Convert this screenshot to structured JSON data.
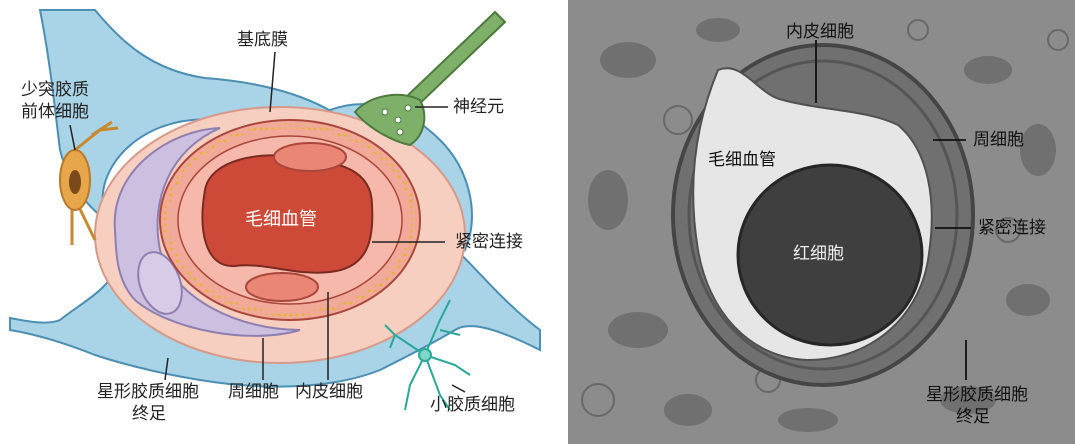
{
  "left": {
    "labels": {
      "basement_membrane": "基底膜",
      "opc_line1": "少突胶质",
      "opc_line2": "前体细胞",
      "neuron": "神经元",
      "capillary": "毛细血管",
      "tight_junction": "紧密连接",
      "astro_line1": "星形胶质细胞",
      "astro_line2": "终足",
      "pericyte": "周细胞",
      "endothelial": "内皮细胞",
      "microglia": "小胶质细胞"
    }
  },
  "right": {
    "labels": {
      "endothelial": "内皮细胞",
      "pericyte": "周细胞",
      "capillary": "毛细血管",
      "tight_junction": "紧密连接",
      "rbc": "红细胞",
      "astro_line1": "星形胶质细胞",
      "astro_line2": "终足"
    }
  },
  "colors": {
    "astrocyte": "#a9d3e6",
    "astrocyte_stroke": "#4d8fb3",
    "basement": "#f6cfc0",
    "pericyte": "#cdbfe0",
    "endothelium": "#f1a99a",
    "lumen": "#cc4a37",
    "junction_dots": "#e8b23a",
    "neuron": "#7fb069",
    "opc": "#e8a64a",
    "microglia": "#2aa89a",
    "em_background": "#8c8c8c"
  }
}
